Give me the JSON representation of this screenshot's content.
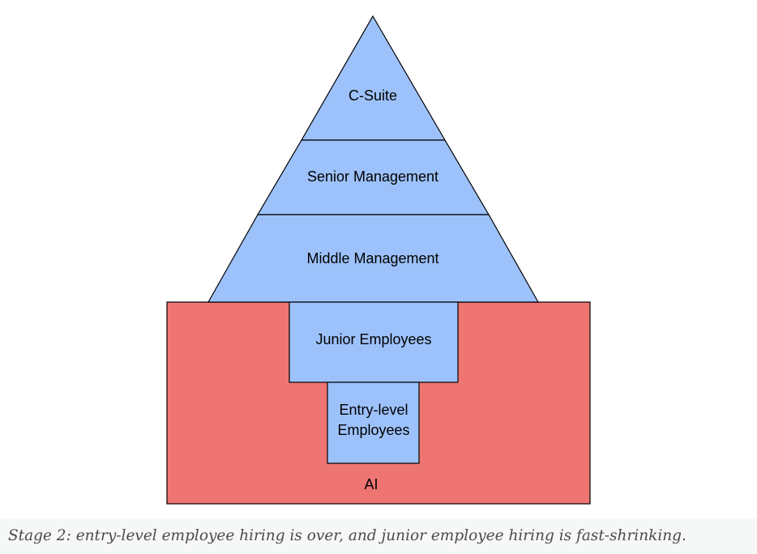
{
  "diagram": {
    "colors": {
      "ai_box": "#ef7572",
      "pyramid_fill": "#9dc2fb",
      "stroke": "#000000"
    },
    "tiers": {
      "c_suite": "C-Suite",
      "senior_management": "Senior Management",
      "middle_management": "Middle Management",
      "junior_employees": "Junior Employees",
      "entry_level_line1": "Entry-level",
      "entry_level_line2": "Employees"
    },
    "ai_label": "AI"
  },
  "caption": "Stage 2: entry-level employee hiring is over, and junior employee hiring is fast-shrinking."
}
